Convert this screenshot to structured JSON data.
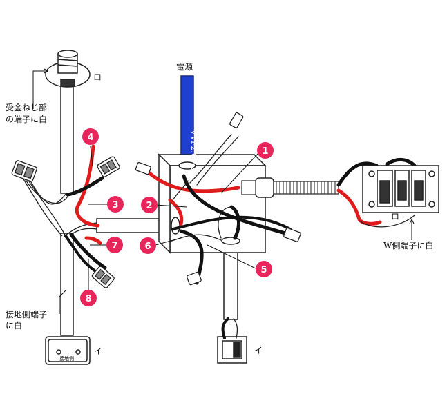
{
  "labels": {
    "power": "電源",
    "cable_type": "VVF2.0ー2C",
    "socket_note_line1": "受金ねじ部",
    "socket_note_line2": "の端子に白",
    "ground_note_line1": "接地側端子",
    "ground_note_line2": "に白",
    "ground_mark": "接地側",
    "w_side_note": "W側端子に白",
    "ro_socket": "ロ",
    "ro_switch": "ロ",
    "i_receptacle": "イ",
    "i_switch": "イ"
  },
  "connectors": [
    "1",
    "2",
    "3",
    "4",
    "5",
    "6",
    "7",
    "8"
  ],
  "colors": {
    "connector_badge": "#e8265b",
    "red_wire": "#e01b1b",
    "black_wire": "#111111",
    "cable_blue": "#1f3fd0"
  }
}
